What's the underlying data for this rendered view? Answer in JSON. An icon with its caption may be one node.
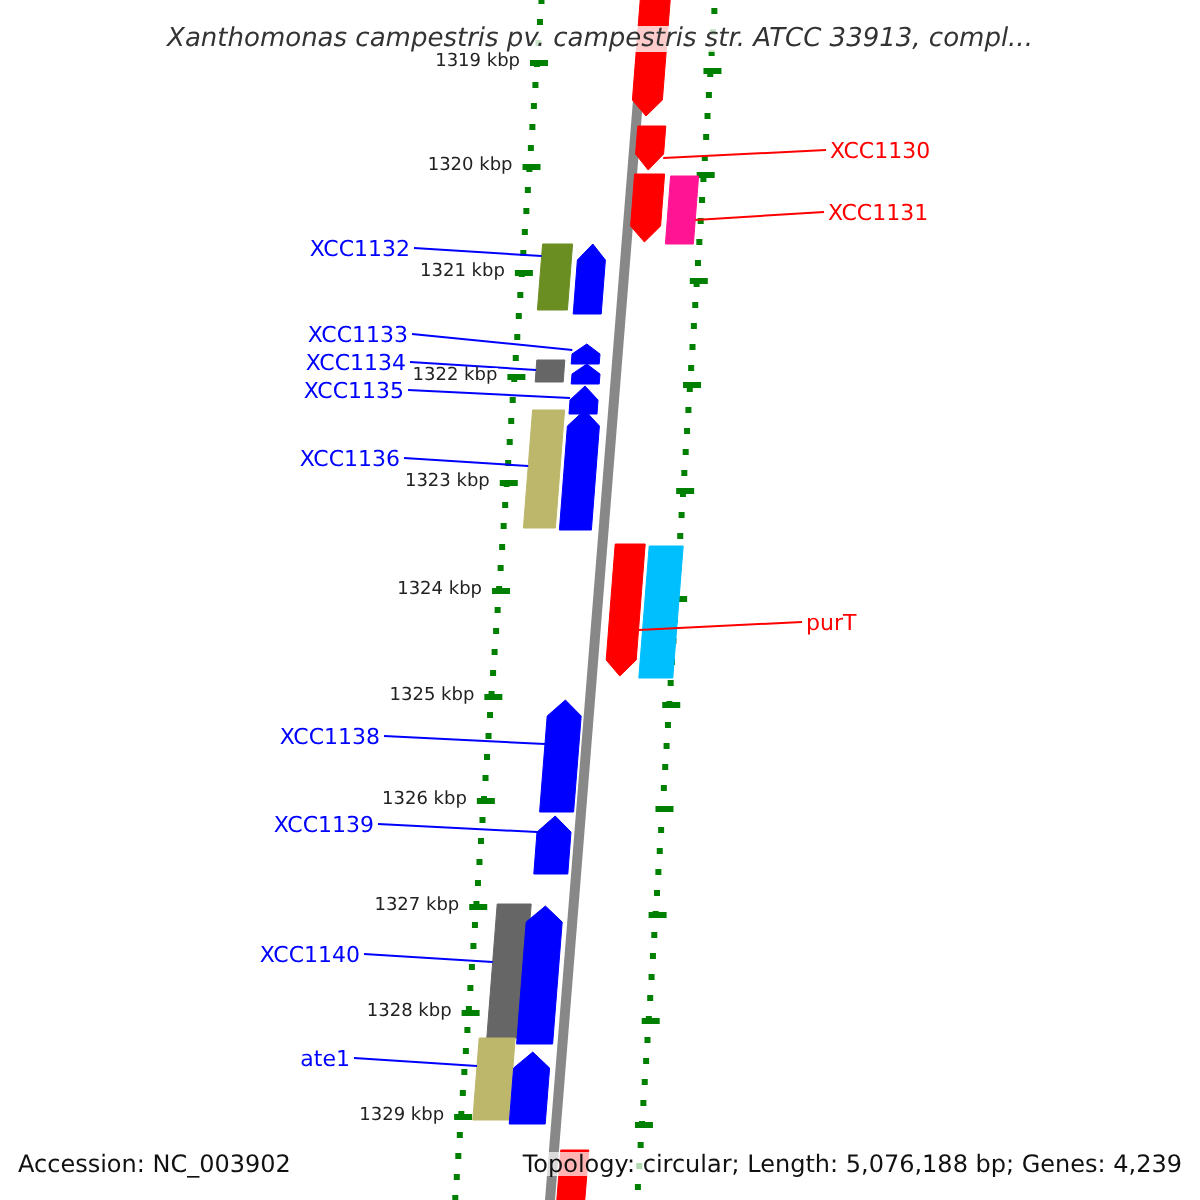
{
  "diagram": {
    "title": "Xanthomonas campestris pv. campestris str. ATCC 33913, compl...",
    "nodes": [
      {
        "text": [
          "XCC1130"
        ]
      },
      {
        "text": [
          "XCC1131"
        ]
      },
      {
        "text": [
          "XCC1132"
        ]
      },
      {
        "text": [
          "XCC1133"
        ]
      },
      {
        "text": [
          "XCC1134"
        ]
      },
      {
        "text": [
          "XCC1135"
        ]
      },
      {
        "text": [
          "XCC1136"
        ]
      },
      {
        "text": [
          "purT"
        ]
      },
      {
        "text": [
          "XCC1138"
        ]
      },
      {
        "text": [
          "XCC1139"
        ]
      },
      {
        "text": [
          "XCC1140"
        ]
      },
      {
        "text": [
          "ate1"
        ]
      },
      {
        "text": [],
        "shape": "arrow"
      },
      {
        "text": [],
        "shape": "arrow"
      },
      {
        "text": [],
        "shape": "arrow"
      },
      {
        "text": [],
        "shape": "bar"
      },
      {
        "text": [],
        "shape": "bar"
      },
      {
        "text": [],
        "shape": "arrow"
      },
      {
        "text": [],
        "shape": "arrow"
      },
      {
        "text": [],
        "shape": "bar"
      },
      {
        "text": [],
        "shape": "arrow"
      },
      {
        "text": [],
        "shape": "arrow"
      },
      {
        "text": [],
        "shape": "bar"
      },
      {
        "text": [],
        "shape": "arrow"
      },
      {
        "text": [],
        "shape": "arrow"
      },
      {
        "text": [],
        "shape": "bar"
      },
      {
        "text": [],
        "shape": "arrow"
      },
      {
        "text": [],
        "shape": "arrow"
      },
      {
        "text": [],
        "shape": "bar"
      },
      {
        "text": [],
        "shape": "arrow"
      },
      {
        "text": [],
        "shape": "bar"
      },
      {
        "text": [],
        "shape": "arrow"
      },
      {
        "text": [],
        "shape": "bar"
      }
    ],
    "edges": [
      {
        "from": 0,
        "to": 13,
        "arrow": "none",
        "color": "#ff0000"
      },
      {
        "from": 1,
        "to": 15,
        "arrow": "none",
        "color": "#ff0000"
      },
      {
        "from": 2,
        "to": 16,
        "arrow": "none"
      },
      {
        "from": 3,
        "to": 18,
        "arrow": "none"
      },
      {
        "from": 4,
        "to": 19,
        "arrow": "none"
      },
      {
        "from": 5,
        "to": 21,
        "arrow": "none"
      },
      {
        "from": 6,
        "to": 22,
        "arrow": "none"
      },
      {
        "from": 7,
        "to": 24,
        "arrow": "none",
        "color": "#ff0000"
      },
      {
        "from": 8,
        "to": 26,
        "arrow": "none"
      },
      {
        "from": 9,
        "to": 27,
        "arrow": "none"
      },
      {
        "from": 10,
        "to": 28,
        "arrow": "none"
      },
      {
        "from": 11,
        "to": 30,
        "arrow": "none"
      }
    ],
    "labels": [
      "1319 kbp",
      "1320 kbp",
      "1321 kbp",
      "1322 kbp",
      "1323 kbp",
      "1324 kbp",
      "1325 kbp",
      "1326 kbp",
      "1327 kbp",
      "1328 kbp",
      "1329 kbp",
      "Accession: NC_003902",
      "Topology: circular; Length: 5,076,188 bp; Genes: 4,239"
    ]
  }
}
